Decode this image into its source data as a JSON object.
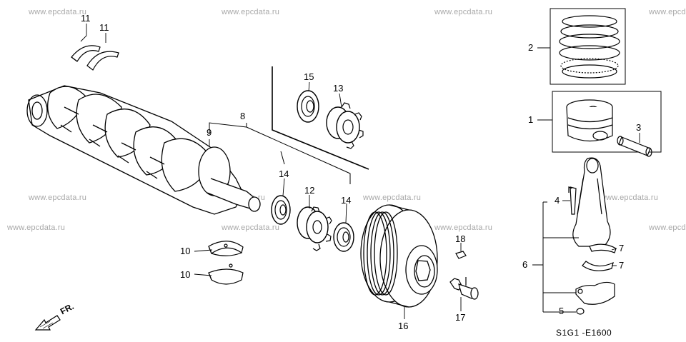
{
  "watermark": "www.epcdata.ru",
  "diagram_code": "S1G1 -E1600",
  "front_arrow_label": "FR.",
  "callouts": {
    "c1": "1",
    "c2": "2",
    "c3": "3",
    "c4": "4",
    "c5": "5",
    "c6": "6",
    "c7a": "7",
    "c7b": "7",
    "c8": "8",
    "c9": "9",
    "c10a": "10",
    "c10b": "10",
    "c11a": "11",
    "c11b": "11",
    "c12": "12",
    "c13": "13",
    "c14a": "14",
    "c14b": "14",
    "c15": "15",
    "c16": "16",
    "c17": "17",
    "c18": "18"
  }
}
